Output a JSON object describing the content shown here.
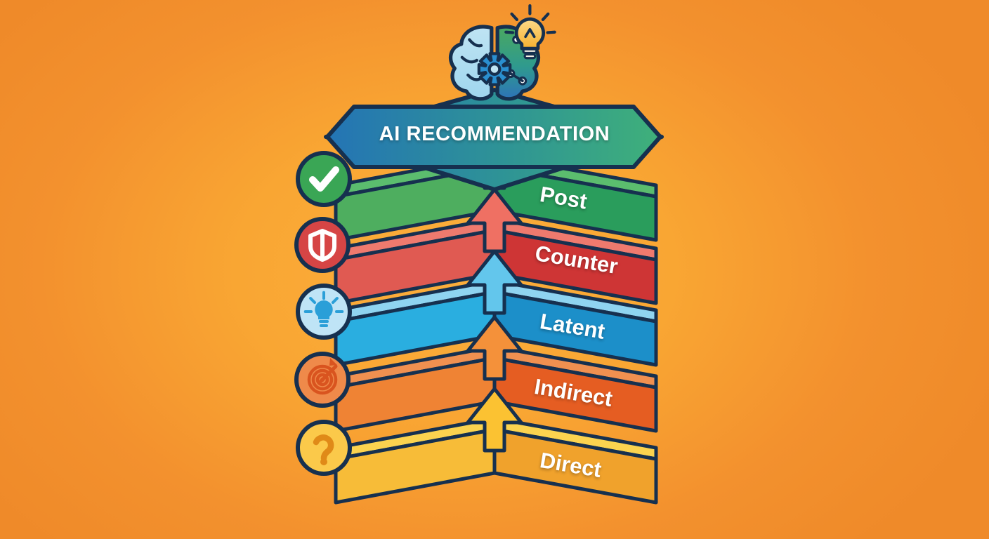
{
  "background": {
    "center_color": "#f9a633",
    "edge_color": "#f3912e"
  },
  "outline_color": "#16304f",
  "header": {
    "title": "AI RECOMMENDATION",
    "icon": "brain-gear-lightbulb-icon",
    "gradient_from": "#2474b5",
    "gradient_to": "#3fb07a"
  },
  "layers": [
    {
      "id": "post",
      "label": "Post",
      "icon": "check-circle-icon",
      "icon_glyph": "check",
      "color_top": "#5bbd6e",
      "color_left": "#4eae5f",
      "color_right": "#2a9d5c",
      "circle_fill": "#3aa655",
      "arrow_color": "#8ccb7c",
      "arrow_color_dark": "#6fba63"
    },
    {
      "id": "counter",
      "label": "Counter",
      "icon": "shield-circle-icon",
      "icon_glyph": "shield",
      "color_top": "#ef7a6e",
      "color_left": "#e05a52",
      "color_right": "#ce3535",
      "circle_fill": "#d64545",
      "arrow_color": "#ef7063",
      "arrow_color_dark": "#e05a4e"
    },
    {
      "id": "latent",
      "label": "Latent",
      "icon": "lightbulb-circle-icon",
      "icon_glyph": "bulb",
      "color_top": "#8fd4f0",
      "color_left": "#2aaee0",
      "color_right": "#1c8fc9",
      "circle_fill": "#bfe4f6",
      "arrow_color": "#63c6ec",
      "arrow_color_dark": "#3aa9dc"
    },
    {
      "id": "indirect",
      "label": "Indirect",
      "icon": "target-dart-circle-icon",
      "icon_glyph": "target",
      "color_top": "#f09050",
      "color_left": "#ef8334",
      "color_right": "#e55d22",
      "circle_fill": "#ef8a4a",
      "arrow_color": "#f4913a",
      "arrow_color_dark": "#e8752a"
    },
    {
      "id": "direct",
      "label": "Direct",
      "icon": "question-mark-circle-icon",
      "icon_glyph": "question",
      "color_top": "#fbd34f",
      "color_left": "#f7bc38",
      "color_right": "#f0a22c",
      "circle_fill": "#fbc94a",
      "arrow_color": "#fbc232",
      "arrow_color_dark": "#f3ab2c"
    }
  ]
}
